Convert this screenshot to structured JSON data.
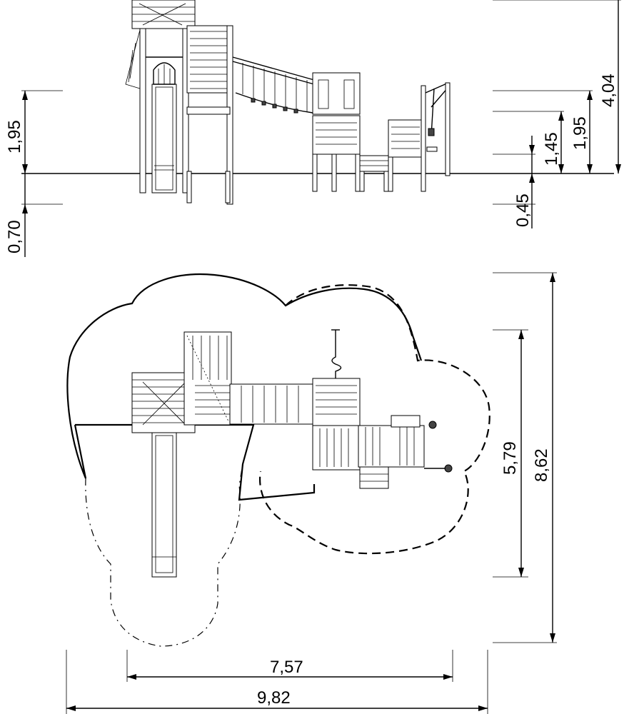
{
  "elevation": {
    "dimensions": {
      "left_height": "1,95",
      "left_depth": "0,70",
      "right_total": "4,04",
      "right_h1": "1,95",
      "right_h2": "1,45",
      "right_depth": "0,45"
    }
  },
  "plan": {
    "dimensions": {
      "width_equipment": "7,57",
      "width_total": "9,82",
      "depth_equipment": "5,79",
      "depth_total": "8,62"
    }
  }
}
